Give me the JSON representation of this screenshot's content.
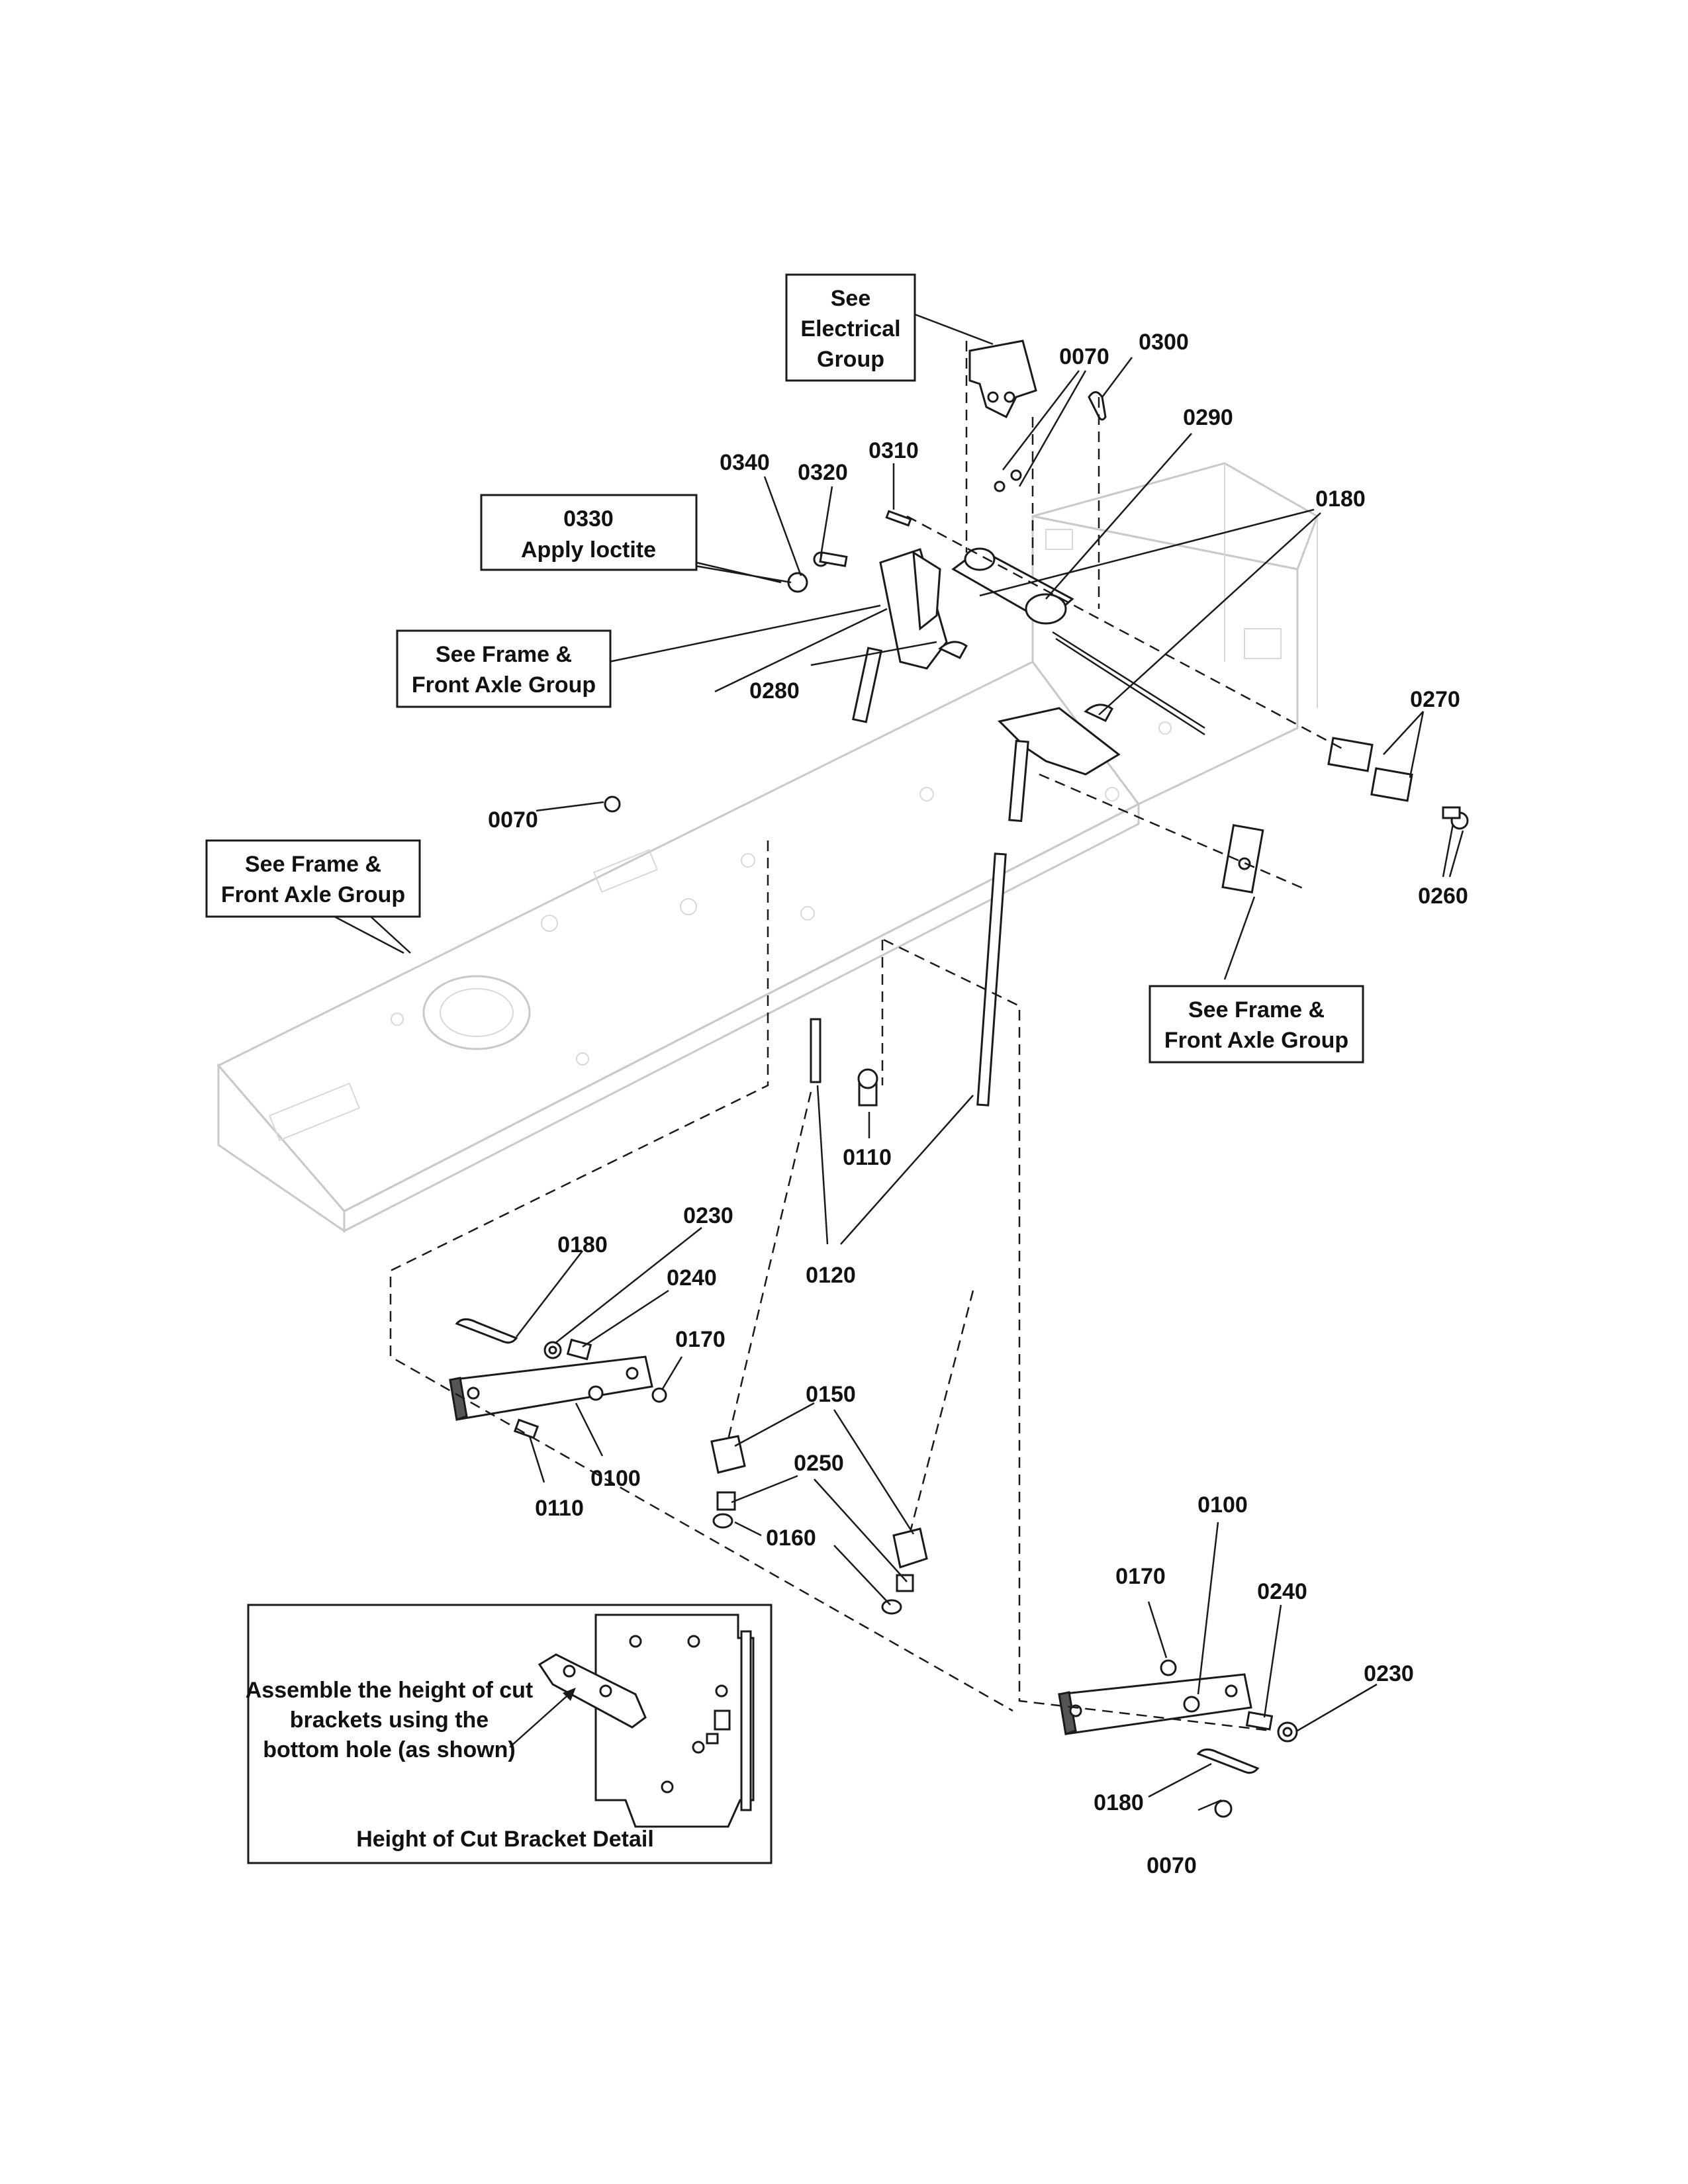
{
  "callouts": {
    "see_electrical_group": [
      "See",
      "Electrical",
      "Group"
    ],
    "apply_loctite": [
      "0330",
      "Apply loctite"
    ],
    "see_frame_top": [
      "See Frame &",
      "Front Axle Group"
    ],
    "see_frame_left": [
      "See Frame &",
      "Front Axle Group"
    ],
    "see_frame_right": [
      "See Frame &",
      "Front Axle Group"
    ]
  },
  "labels": {
    "p0070_a": "0070",
    "p0300": "0300",
    "p0290": "0290",
    "p0340": "0340",
    "p0320": "0320",
    "p0310": "0310",
    "p0180_a": "0180",
    "p0280": "0280",
    "p0270": "0270",
    "p0070_b": "0070",
    "p0260": "0260",
    "p0110_a": "0110",
    "p0120": "0120",
    "p0230_a": "0230",
    "p0180_b": "0180",
    "p0240_a": "0240",
    "p0170_a": "0170",
    "p0150": "0150",
    "p0250": "0250",
    "p0110_b": "0110",
    "p0100_a": "0100",
    "p0160": "0160",
    "p0100_b": "0100",
    "p0170_b": "0170",
    "p0240_b": "0240",
    "p0230_b": "0230",
    "p0180_c": "0180",
    "p0070_c": "0070"
  },
  "detail": {
    "note": [
      "Assemble the height of cut",
      "brackets using the",
      "bottom hole (as shown)"
    ],
    "title": "Height of Cut Bracket Detail"
  }
}
